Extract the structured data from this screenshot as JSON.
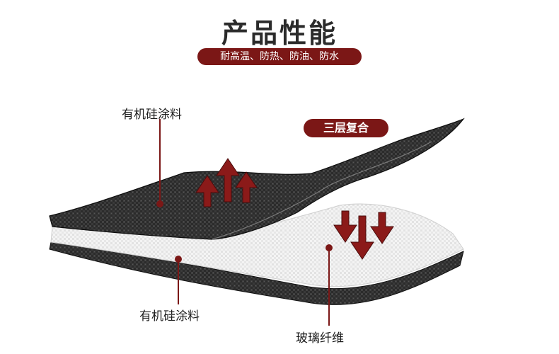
{
  "header": {
    "title": "产品性能",
    "subtitle": "耐高温、防热、防油、防水"
  },
  "badge": {
    "label": "三层复合"
  },
  "labels": {
    "top_layer": "有机硅涂料",
    "bottom_layer": "有机硅涂料",
    "middle_layer": "玻璃纤维"
  },
  "colors": {
    "accent": "#7b1716",
    "fabric_dark": "#2a2a2a",
    "fabric_light": "#f2f2f2"
  }
}
